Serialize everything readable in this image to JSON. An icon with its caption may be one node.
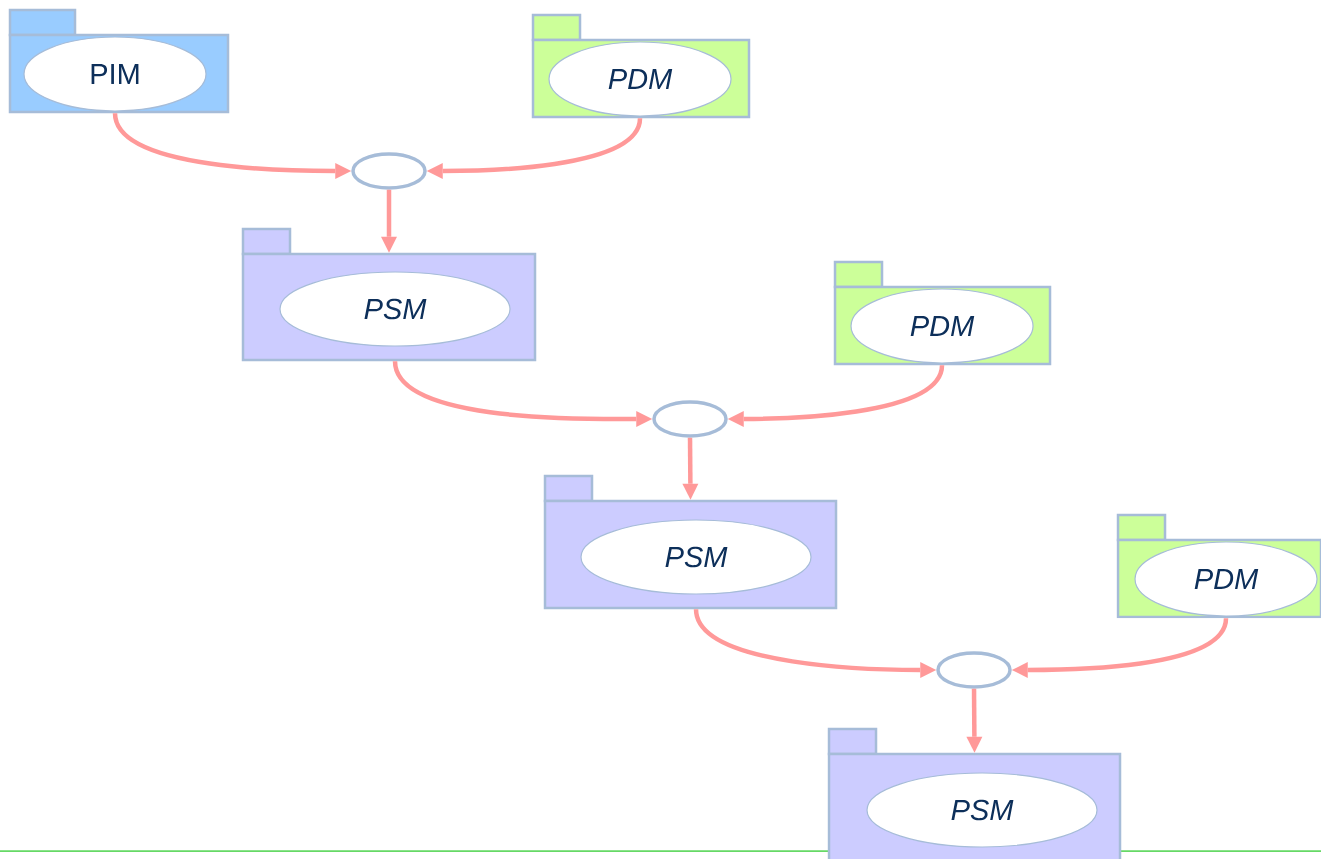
{
  "diagram": {
    "nodes": [
      {
        "text": [],
        "shape": "folder"
      },
      {
        "text": [
          "PIM"
        ],
        "in": 0
      },
      {
        "text": [],
        "shape": "folder"
      },
      {
        "text": [
          "PDM"
        ],
        "in": 2
      },
      {
        "text": [],
        "shape": "circle"
      },
      {
        "text": [],
        "shape": "folder"
      },
      {
        "text": [
          "PSM"
        ],
        "in": 5
      },
      {
        "text": [],
        "shape": "folder"
      },
      {
        "text": [
          "PDM"
        ],
        "in": 7
      },
      {
        "text": [],
        "shape": "circle"
      },
      {
        "text": [],
        "shape": "folder"
      },
      {
        "text": [
          "PSM"
        ],
        "in": 10
      },
      {
        "text": [],
        "shape": "folder"
      },
      {
        "text": [
          "PDM"
        ],
        "in": 12
      },
      {
        "text": [],
        "shape": "circle"
      },
      {
        "text": [],
        "shape": "folder"
      },
      {
        "text": [
          "PSM"
        ],
        "in": 15
      }
    ],
    "edges": [
      {
        "from": 0,
        "to": 4,
        "arrow": "to"
      },
      {
        "from": 2,
        "to": 4,
        "arrow": "to"
      },
      {
        "from": 4,
        "to": 5,
        "arrow": "to"
      },
      {
        "from": 5,
        "to": 9,
        "arrow": "to"
      },
      {
        "from": 7,
        "to": 9,
        "arrow": "to"
      },
      {
        "from": 9,
        "to": 10,
        "arrow": "to"
      },
      {
        "from": 10,
        "to": 14,
        "arrow": "to"
      },
      {
        "from": 12,
        "to": 14,
        "arrow": "to"
      },
      {
        "from": 14,
        "to": 15,
        "arrow": "to"
      }
    ]
  }
}
